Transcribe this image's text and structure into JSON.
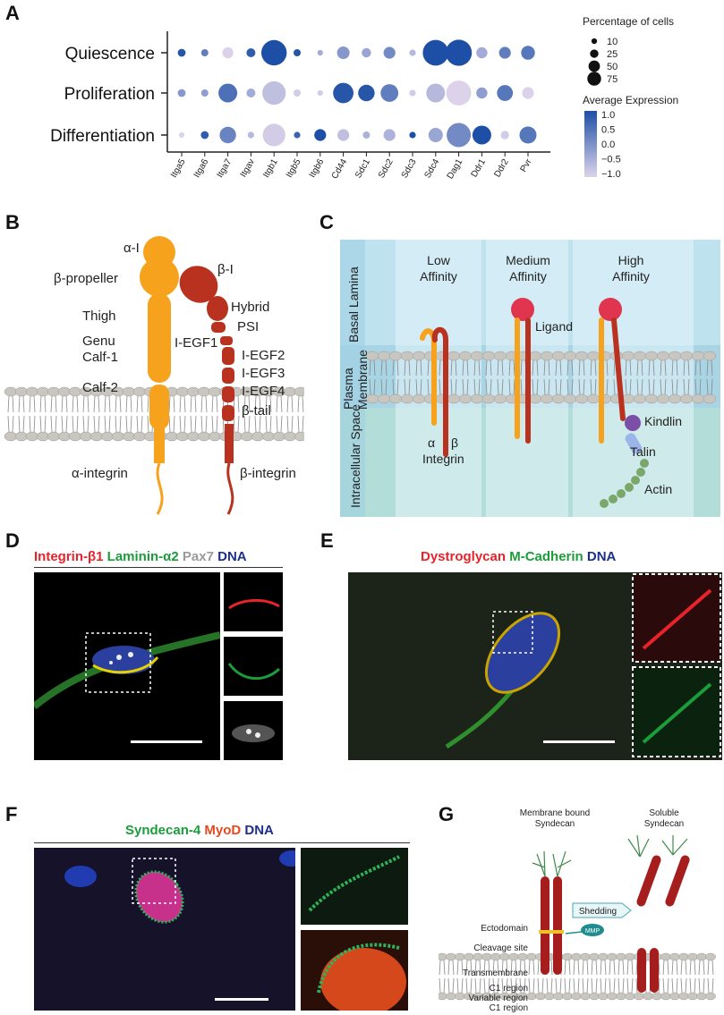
{
  "panels": {
    "A": "A",
    "B": "B",
    "C": "C",
    "D": "D",
    "E": "E",
    "F": "F",
    "G": "G"
  },
  "chart_data": {
    "type": "dot",
    "rows": [
      "Quiescence",
      "Proliferation",
      "Differentiation"
    ],
    "columns": [
      "Itga5",
      "Itga6",
      "Itga7",
      "Itgav",
      "Itgb1",
      "Itgb5",
      "Itgb6",
      "Cd44",
      "Sdc1",
      "Sdc2",
      "Sdc3",
      "Sdc4",
      "Dag1",
      "Ddr1",
      "Ddr2",
      "Pvr"
    ],
    "percent": [
      [
        5,
        4,
        12,
        7,
        78,
        4,
        2,
        16,
        8,
        14,
        3,
        80,
        82,
        12,
        14,
        20
      ],
      [
        5,
        4,
        40,
        7,
        65,
        4,
        2,
        48,
        30,
        35,
        3,
        40,
        74,
        12,
        28,
        14
      ],
      [
        2,
        5,
        30,
        3,
        60,
        3,
        14,
        14,
        4,
        14,
        3,
        22,
        70,
        40,
        6,
        32
      ]
    ],
    "expression": [
      [
        0.9,
        0.3,
        -1.0,
        0.8,
        1.1,
        0.9,
        -0.4,
        -0.1,
        -0.3,
        0.1,
        -0.6,
        1.2,
        1.2,
        -0.4,
        0.3,
        0.4
      ],
      [
        -0.1,
        -0.2,
        0.5,
        -0.4,
        -0.7,
        -0.9,
        -0.9,
        0.9,
        0.9,
        0.3,
        -0.9,
        -0.6,
        -1.0,
        -0.2,
        0.4,
        -1.0
      ],
      [
        -1.0,
        0.8,
        0.2,
        -0.6,
        -0.9,
        0.7,
        1.0,
        -0.7,
        -0.5,
        -0.5,
        1.0,
        -0.3,
        0.1,
        1.0,
        -0.9,
        0.4
      ]
    ],
    "size_legend_title": "Percentage of cells",
    "size_legend": [
      10,
      25,
      50,
      75
    ],
    "color_legend_title": "Average Expression",
    "color_ticks": [
      "1.0",
      "0.5",
      "0.0",
      "−0.5",
      "−1.0"
    ],
    "color_range": [
      -1.0,
      1.0
    ],
    "color_low": "#dcd3ea",
    "color_high": "#1d4fa6"
  },
  "panel_b": {
    "labels": {
      "al": "α-I",
      "bprop": "β-propeller",
      "thigh": "Thigh",
      "genu": "Genu",
      "calf1": "Calf-1",
      "calf2": "Calf-2",
      "bi": "β-I",
      "hybrid": "Hybrid",
      "psi": "PSI",
      "iegf1": "I-EGF1",
      "iegf2": "I-EGF2",
      "iegf3": "I-EGF3",
      "iegf4": "I-EGF4",
      "btail": "β-tail",
      "aint": "α-integrin",
      "bint": "β-integrin"
    }
  },
  "panel_c": {
    "side": {
      "basal": "Basal Lamina",
      "plasma1": "Plasma",
      "plasma2": "Membrane",
      "intra": "Intracellular Space"
    },
    "affinity": {
      "low1": "Low",
      "low2": "Affinity",
      "med1": "Medium",
      "med2": "Affinity",
      "high1": "High",
      "high2": "Affinity"
    },
    "labels": {
      "ligand": "Ligand",
      "kindlin": "Kindlin",
      "talin": "Talin",
      "actin": "Actin",
      "alpha": "α",
      "beta": "β",
      "integrin": "Integrin"
    }
  },
  "panel_d": {
    "t1": "Integrin-β1",
    "t2": "Laminin-α2",
    "t3": "Pax7",
    "t4": "DNA"
  },
  "panel_e": {
    "t1": "Dystroglycan",
    "t2": "M-Cadherin",
    "t3": "DNA"
  },
  "panel_f": {
    "t1": "Syndecan-4",
    "t2": "MyoD",
    "t3": "DNA"
  },
  "panel_g": {
    "mb1": "Membrane bound",
    "mb2": "Syndecan",
    "sol1": "Soluble",
    "sol2": "Syndecan",
    "ecto": "Ectodomain",
    "cleave": "Cleavage site",
    "trans": "Transmembrane",
    "c1a": "C1 region",
    "var": "Variable region",
    "c1b": "C1 region",
    "shed": "Shedding",
    "mmp": "MMP"
  },
  "colors": {
    "alpha": "#f6a21c",
    "beta": "#b8321f",
    "lipid": "#c9c6c0",
    "membrane_band": "#a8d4e4"
  }
}
